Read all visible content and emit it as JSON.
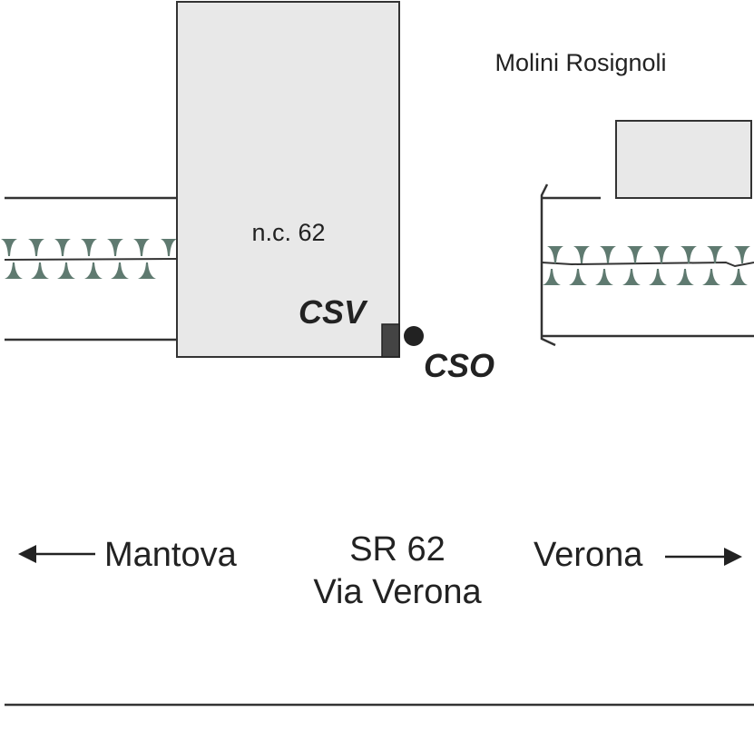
{
  "labels": {
    "place": "Molini Rosignoli",
    "building": "n.c. 62",
    "csv": "CSV",
    "cso": "CSO",
    "road_name": "SR 62",
    "road_street": "Via Verona",
    "west": "Mantova",
    "east": "Verona"
  },
  "colors": {
    "building_fill": "#e8e8e8",
    "line": "#333333",
    "hedge": "#5f7a70",
    "marker": "#444444"
  }
}
